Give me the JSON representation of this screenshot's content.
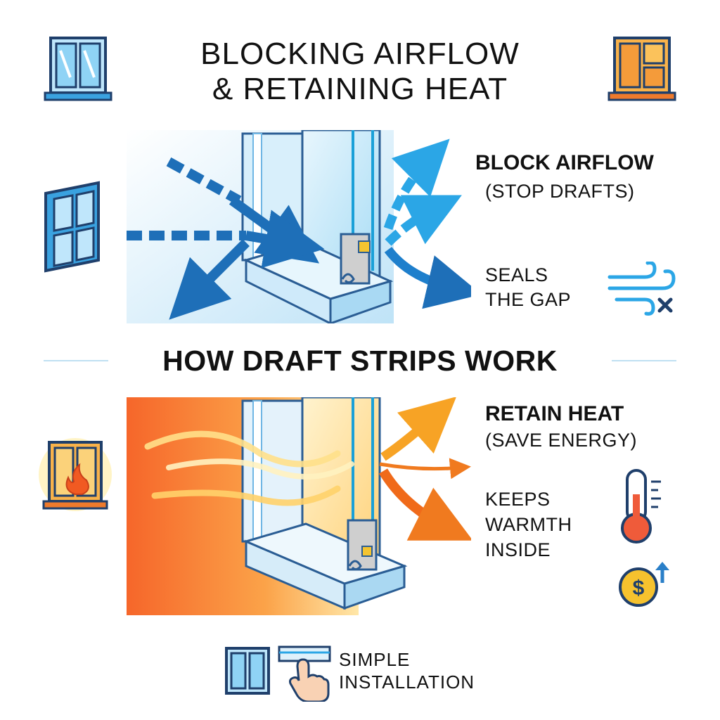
{
  "header": {
    "title_line1": "BLOCKING AIRFLOW",
    "title_line2": "& RETAINING HEAT"
  },
  "top_panel": {
    "heading": "BLOCK AIRFLOW",
    "subheading": "(STOP DRAFTS)",
    "note_line1": "SEALS",
    "note_line2": "THE GAP"
  },
  "middle": {
    "heading": "HOW DRAFT STRIPS WORK"
  },
  "bottom_panel": {
    "heading": "RETAIN HEAT",
    "subheading": "(SAVE ENERGY)",
    "note_line1": "KEEPS",
    "note_line2": "WARMTH",
    "note_line3": "INSIDE"
  },
  "footer": {
    "line1": "SIMPLE",
    "line2": "INSTALLATION"
  },
  "icons": {
    "cold_window": "window-icon",
    "warm_window": "warm-window-icon",
    "wind_blocked": "wind-x-icon",
    "thermometer": "thermometer-icon",
    "savings": "coin-dollar-icon",
    "hand": "hand-pointer-icon"
  },
  "colors": {
    "cold_accent": "#2f8fd8",
    "warm_accent": "#f26b1d",
    "outline": "#1f3f6b"
  }
}
